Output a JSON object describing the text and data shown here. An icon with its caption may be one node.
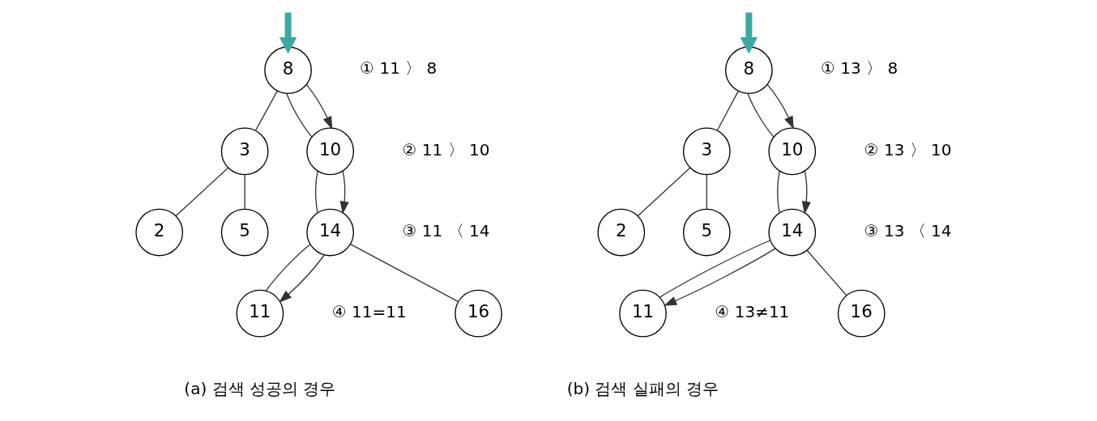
{
  "diagram": {
    "nodes": [
      {
        "text": [
          "8"
        ],
        "beside": [
          "① 11 〉 8"
        ]
      },
      {
        "text": [
          "3"
        ]
      },
      {
        "text": [
          "10"
        ],
        "beside": [
          "② 11 〉 10"
        ]
      },
      {
        "text": [
          "2"
        ]
      },
      {
        "text": [
          "5"
        ]
      },
      {
        "text": [
          "14"
        ],
        "beside": [
          "③ 11 〈 14"
        ]
      },
      {
        "text": [
          "11"
        ],
        "beside": [
          "④ 11=11"
        ]
      },
      {
        "text": [
          "16"
        ]
      },
      {
        "text": [
          "8"
        ],
        "beside": [
          "① 13 〉 8"
        ]
      },
      {
        "text": [
          "3"
        ]
      },
      {
        "text": [
          "10"
        ],
        "beside": [
          "② 13 〉 10"
        ]
      },
      {
        "text": [
          "2"
        ]
      },
      {
        "text": [
          "5"
        ]
      },
      {
        "text": [
          "14"
        ],
        "beside": [
          "③ 13 〈 14"
        ]
      },
      {
        "text": [
          "11"
        ],
        "beside": [
          "④ 13≠11"
        ]
      },
      {
        "text": [
          "16"
        ]
      }
    ],
    "edges": [
      {
        "from": null,
        "to": 0,
        "arrow": "to",
        "style": "thick",
        "color": "#3aa9a3"
      },
      {
        "from": 0,
        "to": 1,
        "arrow": "none"
      },
      {
        "from": 0,
        "to": 2,
        "arrow": "none"
      },
      {
        "from": 1,
        "to": 3,
        "arrow": "none"
      },
      {
        "from": 1,
        "to": 4,
        "arrow": "none"
      },
      {
        "from": 2,
        "to": 5,
        "arrow": "none"
      },
      {
        "from": 5,
        "to": 6,
        "arrow": "none"
      },
      {
        "from": 5,
        "to": 7,
        "arrow": "none"
      },
      {
        "from": 0,
        "to": 2,
        "arrow": "to"
      },
      {
        "from": 2,
        "to": 5,
        "arrow": "to"
      },
      {
        "from": 5,
        "to": 6,
        "arrow": "to"
      },
      {
        "from": null,
        "to": 8,
        "arrow": "to",
        "style": "thick",
        "color": "#3aa9a3"
      },
      {
        "from": 8,
        "to": 9,
        "arrow": "none"
      },
      {
        "from": 8,
        "to": 10,
        "arrow": "none"
      },
      {
        "from": 9,
        "to": 11,
        "arrow": "none"
      },
      {
        "from": 9,
        "to": 12,
        "arrow": "none"
      },
      {
        "from": 10,
        "to": 13,
        "arrow": "none"
      },
      {
        "from": 13,
        "to": 14,
        "arrow": "none"
      },
      {
        "from": 13,
        "to": 15,
        "arrow": "none"
      },
      {
        "from": 8,
        "to": 10,
        "arrow": "to"
      },
      {
        "from": 10,
        "to": 13,
        "arrow": "to"
      },
      {
        "from": 13,
        "to": 14,
        "arrow": "to"
      }
    ],
    "labels": [
      "(a) 검색 성공의 경우",
      "(b) 검색 실패의 경우"
    ]
  }
}
